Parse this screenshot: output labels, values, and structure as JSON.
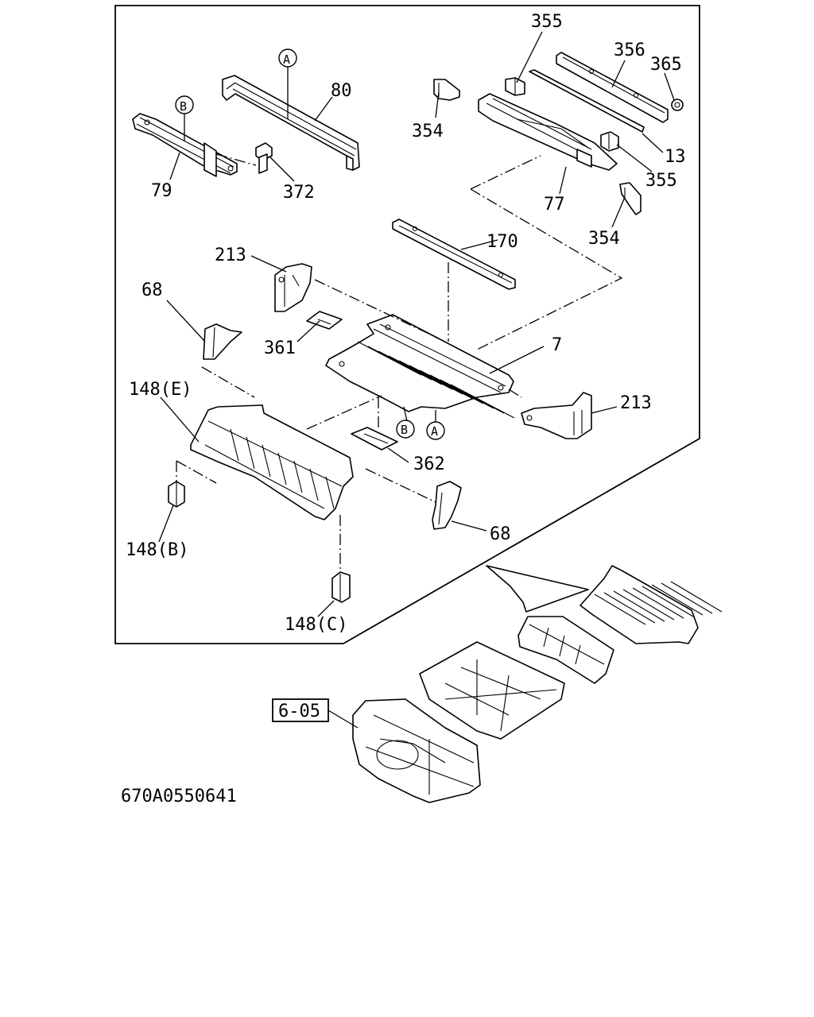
{
  "figure_code": "670A0550641",
  "reference_box": "6-05",
  "callouts": {
    "c355_top": "355",
    "c356": "356",
    "c365": "365",
    "c80": "80",
    "cA_top": "A",
    "cB_top": "B",
    "c354_top": "354",
    "c13": "13",
    "c355_right": "355",
    "c79": "79",
    "c372": "372",
    "c77": "77",
    "c354_right": "354",
    "c170": "170",
    "c213_left": "213",
    "c68_left": "68",
    "c361": "361",
    "c7": "7",
    "c148E": "148(E)",
    "c213_right": "213",
    "cB_bottom": "B",
    "cA_bottom": "A",
    "c362": "362",
    "c68_bottom": "68",
    "c148B": "148(B)",
    "c148C": "148(C)"
  }
}
